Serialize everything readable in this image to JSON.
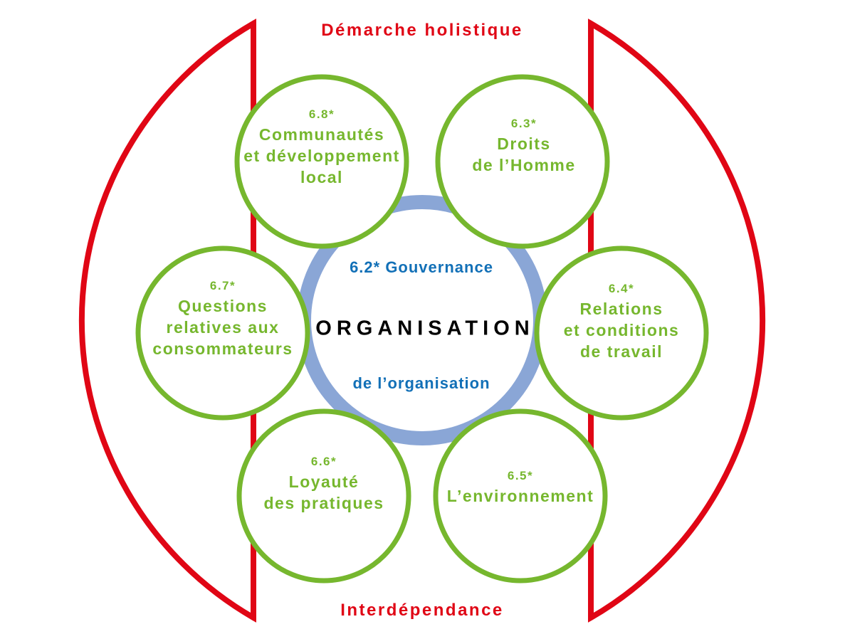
{
  "colors": {
    "red": "#e00615",
    "green": "#76b72e",
    "blue_ring": "#8aa6d6",
    "blue_text": "#1270b7"
  },
  "titles": {
    "top": "Démarche holistique",
    "bottom": "Interdépendance"
  },
  "center": {
    "governance_line": "6.2* Gouvernance",
    "organisation": "ORGANISATION",
    "organisation_line": "de l’organisation"
  },
  "circles": [
    {
      "number": "6.8*",
      "label": "Communautés\net développement\nlocal"
    },
    {
      "number": "6.3*",
      "label": "Droits\nde l’Homme"
    },
    {
      "number": "6.7*",
      "label": "Questions\nrelatives aux\nconsommateurs"
    },
    {
      "number": "6.4*",
      "label": "Relations\net conditions\nde travail"
    },
    {
      "number": "6.6*",
      "label": "Loyauté\ndes pratiques"
    },
    {
      "number": "6.5*",
      "label": "L’environnement"
    }
  ]
}
